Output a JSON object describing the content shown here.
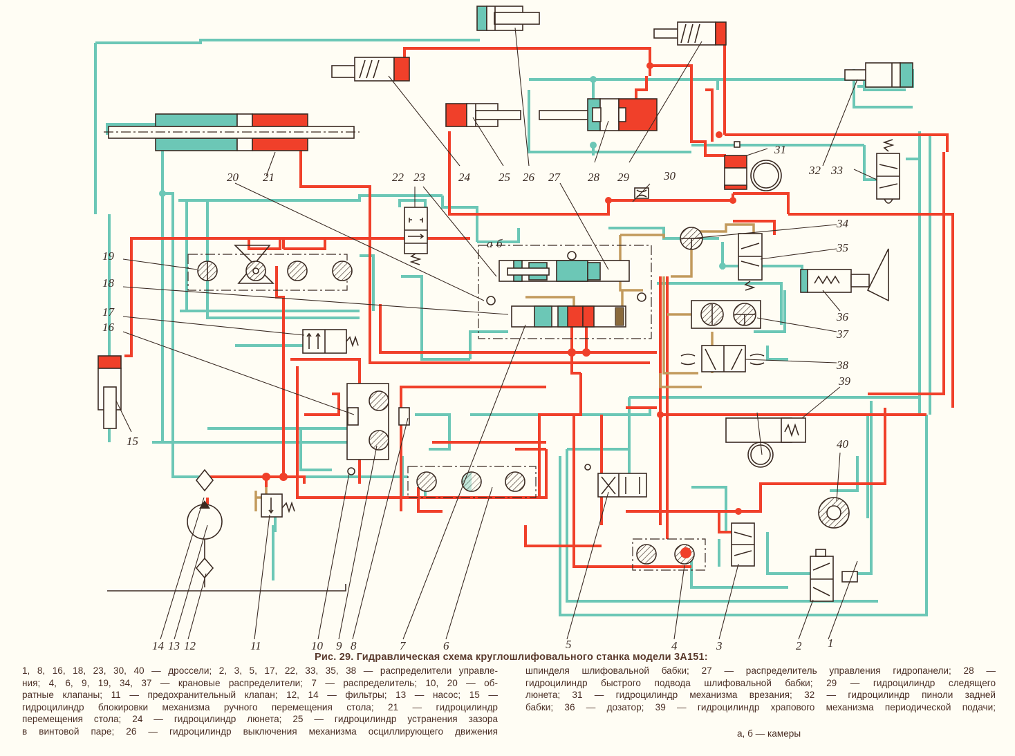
{
  "figure": {
    "caption_title": "Рис. 29. Гидравлическая схема круглошлифовального станка модели 3А151:",
    "caption_left_lines": [
      "1, 8, 16, 18, 23, 30, 40 — дроссели; 2, 3, 5, 17, 22, 33, 35, 38 — распределители управле-",
      "ния; 4, 6, 9, 19, 34, 37 — крановые распределители; 7 — распределитель; 10, 20 — об-",
      "ратные клапаны; 11 — предохранительный клапан; 12, 14 — фильтры; 13 — насос; 15 —",
      "гидроцилиндр блокировки механизма ручного перемещения стола; 21 — гидроцилиндр",
      "перемещения стола; 24 — гидроцилиндр люнета; 25 — гидроцилиндр устранения зазора",
      "в винтовой паре; 26 — гидроцилиндр выключения механизма осциллирующего движения"
    ],
    "caption_right_lines": [
      "шпинделя шлифовальной бабки; 27 — распределитель управления гидропанели; 28 —",
      "гидроцилиндр быстрого подвода шлифовальной бабки; 29 — гидроцилиндр следящего",
      "люнета; 31 — гидроцилиндр механизма врезания; 32 — гидроцилиндр пиноли задней",
      "бабки; 36 — дозатор; 39 — гидроцилиндр храпового механизма периодической подачи;"
    ],
    "caption_end": "а, б — камеры"
  },
  "colors": {
    "pressure_line": "#f0402a",
    "drain_line": "#6cc7b6",
    "control_line": "#c29a5c",
    "outline": "#3a2a22",
    "paper": "#fffdf4"
  },
  "labels": {
    "n1": "1",
    "n2": "2",
    "n3": "3",
    "n4": "4",
    "n5": "5",
    "n6": "6",
    "n7": "7",
    "n8": "8",
    "n9": "9",
    "n10": "10",
    "n11": "11",
    "n12": "12",
    "n13": "13",
    "n14": "14",
    "n15": "15",
    "n16": "16",
    "n17": "17",
    "n18": "18",
    "n19": "19",
    "n20": "20",
    "n21": "21",
    "n22": "22",
    "n23": "23",
    "n24": "24",
    "n25": "25",
    "n26": "26",
    "n27": "27",
    "n28": "28",
    "n29": "29",
    "n30": "30",
    "n31": "31",
    "n32": "32",
    "n33": "33",
    "n34": "34",
    "n35": "35",
    "n36": "36",
    "n37": "37",
    "n38": "38",
    "n39": "39",
    "n40": "40",
    "chamber_a": "а",
    "chamber_b": "б"
  }
}
